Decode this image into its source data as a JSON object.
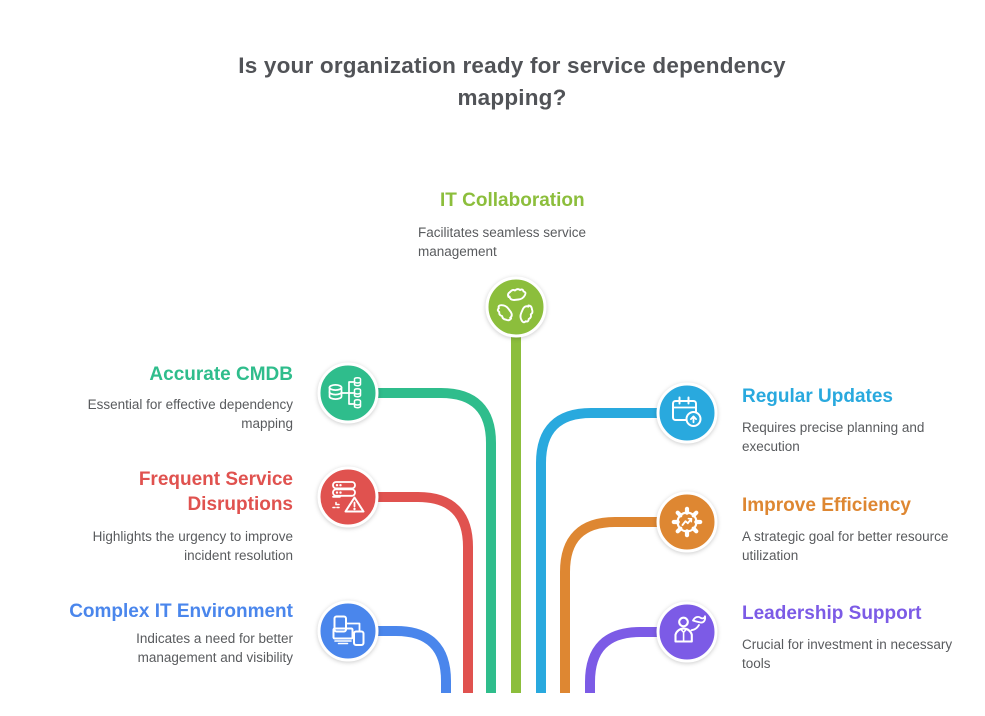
{
  "title": "Is your organization ready for service dependency\nmapping?",
  "title_color": "#515357",
  "body_text_color": "#595B5E",
  "branches": [
    {
      "id": "it-collaboration",
      "label": "IT Collaboration",
      "description": "Facilitates seamless service\nmanagement",
      "color": "#8CBE3C",
      "icon": "hands-collaboration-icon",
      "position": "top-center"
    },
    {
      "id": "accurate-cmdb",
      "label": "Accurate CMDB",
      "description": "Essential for effective dependency\nmapping",
      "color": "#2FBD8C",
      "icon": "database-mapping-icon",
      "position": "left-top"
    },
    {
      "id": "frequent-service-disruptions",
      "label": "Frequent Service\nDisruptions",
      "description": "Highlights the urgency to improve\nincident resolution",
      "color": "#E0524F",
      "icon": "server-alert-icon",
      "position": "left-middle"
    },
    {
      "id": "complex-it-environment",
      "label": "Complex IT Environment",
      "description": "Indicates a need for better\nmanagement and visibility",
      "color": "#4A86EC",
      "icon": "connected-devices-icon",
      "position": "left-bottom"
    },
    {
      "id": "regular-updates",
      "label": "Regular Updates",
      "description": "Requires precise planning and\nexecution",
      "color": "#29A9DE",
      "icon": "calendar-upload-icon",
      "position": "right-top"
    },
    {
      "id": "improve-efficiency",
      "label": "Improve Efficiency",
      "description": "A strategic goal for better resource\nutilization",
      "color": "#DE8732",
      "icon": "gear-trend-icon",
      "position": "right-middle"
    },
    {
      "id": "leadership-support",
      "label": "Leadership Support",
      "description": "Crucial for investment in necessary\ntools",
      "color": "#7C5BE6",
      "icon": "person-flag-icon",
      "position": "right-bottom"
    }
  ]
}
